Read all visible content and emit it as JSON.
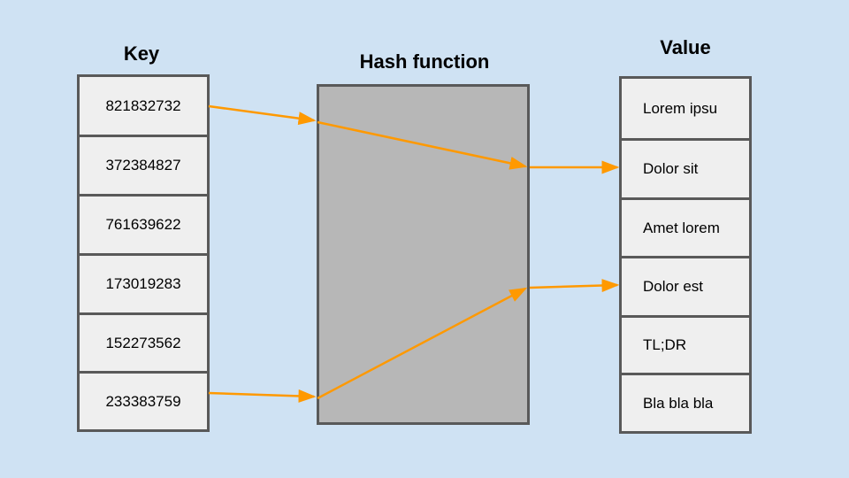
{
  "headings": {
    "key": "Key",
    "hash": "Hash function",
    "value": "Value"
  },
  "keys": [
    "821832732",
    "372384827",
    "761639622",
    "173019283",
    "152273562",
    "233383759"
  ],
  "values": [
    "Lorem ipsu",
    "Dolor sit",
    "Amet lorem",
    "Dolor est",
    "TL;DR",
    "Bla bla bla"
  ],
  "colors": {
    "background": "#cfe2f3",
    "arrow": "#ff9900",
    "hash_box": "#b7b7b7",
    "cell": "#efefef",
    "border": "#595959"
  }
}
